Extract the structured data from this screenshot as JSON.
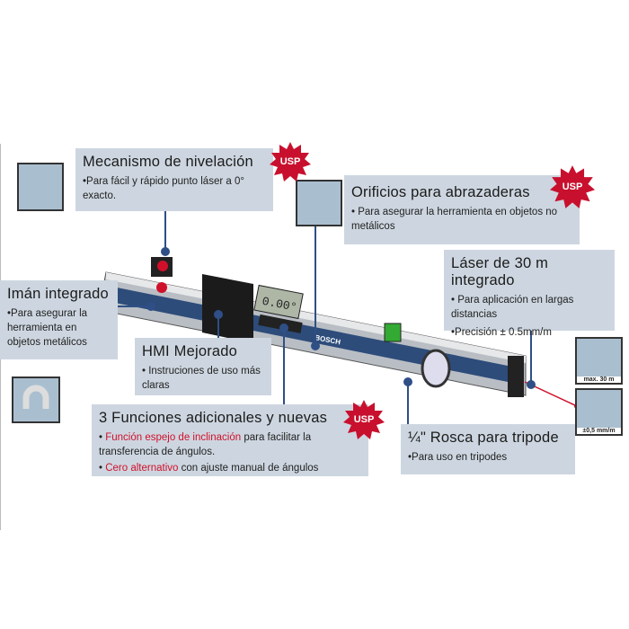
{
  "callouts": {
    "nivelacion": {
      "title": "Mecanismo de nivelación",
      "text": "•Para fácil y rápido punto láser a 0° exacto."
    },
    "orificios": {
      "title": "Orificios para abrazaderas",
      "text": "• Para asegurar la herramienta en objetos no metálicos"
    },
    "laser": {
      "title": "Láser de 30 m integrado",
      "text1": "• Para aplicación en largas distancias",
      "text2": "•Precisión ± 0.5mm/m"
    },
    "iman": {
      "title": "Imán integrado",
      "text": "•Para asegurar la herramienta en objetos metálicos"
    },
    "hmi": {
      "title": "HMI Mejorado",
      "text": "• Instruciones de uso más claras"
    },
    "funciones": {
      "title": "3 Funciones adicionales y nuevas",
      "b1_red": "Función espejo de inclinación",
      "b1_rest": " para facilitar la transferencia de ángulos.",
      "b2_red": "Cero alternativo",
      "b2_rest": " con ajuste manual de ángulos"
    },
    "rosca": {
      "title": "¼\" Rosca para tripode",
      "text": "•Para uso en tripodes"
    }
  },
  "badge": "USP",
  "display_value": "0.00°",
  "brand": "BOSCH",
  "thumbs": {
    "range": "max. 30 m",
    "accuracy": "±0,5 mm/m"
  },
  "colors": {
    "box": "#cdd6e0",
    "accent_red": "#d0102b",
    "connector": "#2f4f86"
  }
}
